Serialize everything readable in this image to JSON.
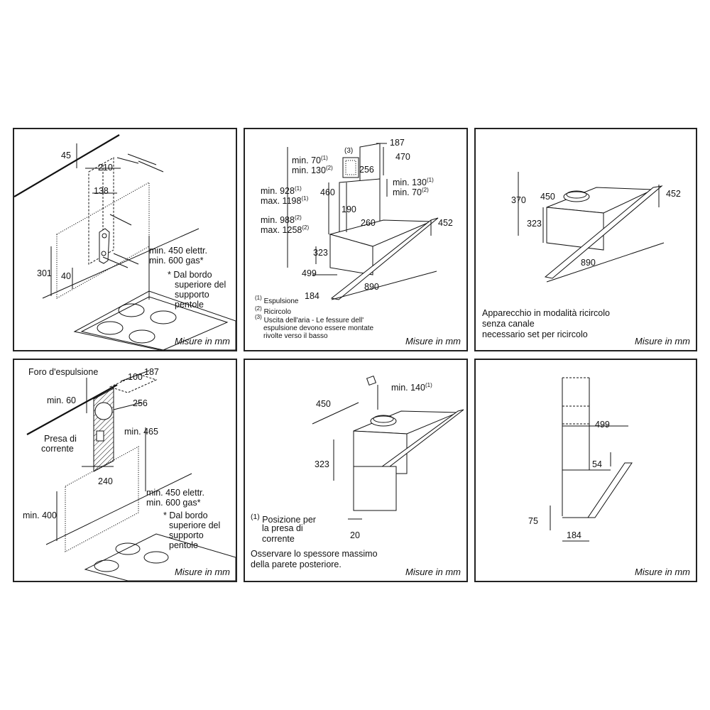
{
  "footer": "Misure in mm",
  "panel1": {
    "dims": {
      "d45": "45",
      "d210": "210",
      "d138": "138",
      "d301": "301",
      "d40": "40"
    },
    "note_min1": "min. 450 elettr.",
    "note_min2": "min. 600 gas*",
    "note_dal": "* Dal bordo",
    "note_sup": "superiore del",
    "note_supp": "supporto",
    "note_pent": "pentole"
  },
  "panel2": {
    "d187": "187",
    "d470": "470",
    "d256": "256",
    "d460": "460",
    "d190": "190",
    "d260": "260",
    "d452": "452",
    "d323": "323",
    "d499": "499",
    "d184": "184",
    "d890": "890",
    "m3": "(3)",
    "min70": "min. 70",
    "min130": "min. 130",
    "min928": "min. 928",
    "max1198": "max. 1198",
    "min988": "min. 988",
    "max1258": "max. 1258",
    "r130": "min. 130",
    "r70": "min. 70",
    "s1": "(1)",
    "s2": "(2)",
    "leg1": "Espulsione",
    "leg2": "Ricircolo",
    "leg3a": "Uscita dell'aria - Le fessure dell'",
    "leg3b": "espulsione devono essere montate",
    "leg3c": "rivolte verso il basso",
    "l1": "(1)",
    "l2": "(2)",
    "l3": "(3)"
  },
  "panel3": {
    "d370": "370",
    "d450": "450",
    "d452": "452",
    "d323": "323",
    "d890": "890",
    "t1": "Apparecchio in modalità ricircolo",
    "t2": "senza canale",
    "t3": "necessario set per ricircolo"
  },
  "panel4": {
    "foro": "Foro d'espulsione",
    "d100": "100",
    "d187": "187",
    "min60": "min. 60",
    "d256": "256",
    "presa1": "Presa di",
    "presa2": "corrente",
    "min465": "min. 465",
    "d240": "240",
    "min400": "min. 400",
    "note_min1": "min. 450 elettr.",
    "note_min2": "min. 600 gas*",
    "note_dal": "* Dal bordo",
    "note_sup": "superiore del",
    "note_supp": "supporto",
    "note_pent": "pentole"
  },
  "panel5": {
    "min140": "min. 140",
    "s1": "(1)",
    "d450": "450",
    "d323": "323",
    "d20": "20",
    "p1": "Posizione per",
    "p2": "la presa di",
    "p3": "corrente",
    "o1": "Osservare lo spessore massimo",
    "o2": "della parete posteriore."
  },
  "panel6": {
    "d499": "499",
    "d54": "54",
    "d75": "75",
    "d184": "184"
  }
}
